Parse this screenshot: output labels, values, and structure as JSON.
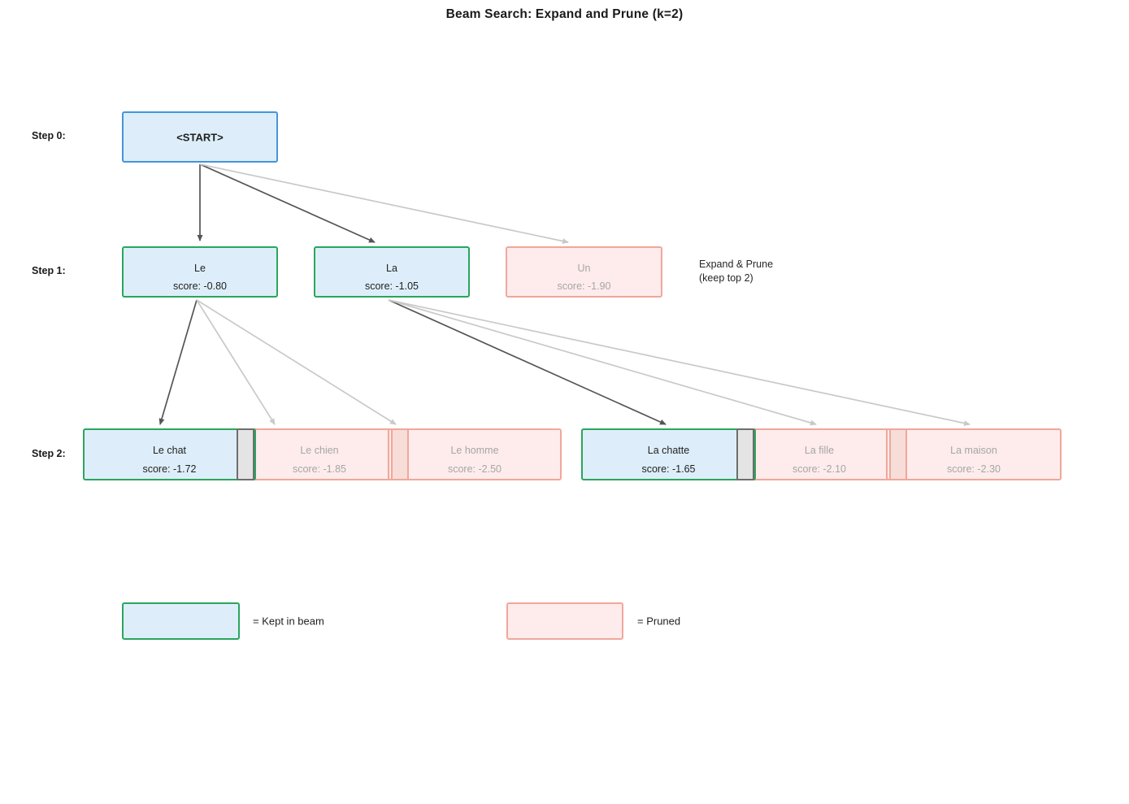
{
  "title": "Beam Search: Expand and Prune (k=2)",
  "step_labels": [
    "Step 0:",
    "Step 1:",
    "Step 2:"
  ],
  "annotation": {
    "line1": "Expand & Prune",
    "line2": "(keep top 2)"
  },
  "nodes": [
    {
      "id": "start",
      "token": "<START>",
      "score": "",
      "state": "start"
    },
    {
      "id": "le",
      "token": "Le",
      "score": "score: -0.80",
      "state": "kept"
    },
    {
      "id": "la",
      "token": "La",
      "score": "score: -1.05",
      "state": "kept"
    },
    {
      "id": "un",
      "token": "Un",
      "score": "score: -1.90",
      "state": "pruned"
    },
    {
      "id": "le_chat",
      "token": "Le chat",
      "score": "score: -1.72",
      "state": "kept"
    },
    {
      "id": "le_chien",
      "token": "Le chien",
      "score": "score: -1.85",
      "state": "pruned"
    },
    {
      "id": "le_homme",
      "token": "Le homme",
      "score": "score: -2.50",
      "state": "pruned"
    },
    {
      "id": "la_chatte",
      "token": "La chatte",
      "score": "score: -1.65",
      "state": "kept"
    },
    {
      "id": "la_fille",
      "token": "La fille",
      "score": "score: -2.10",
      "state": "pruned"
    },
    {
      "id": "la_maison",
      "token": "La maison",
      "score": "score: -2.30",
      "state": "pruned"
    }
  ],
  "edges": [
    {
      "from": "start",
      "to": "le",
      "style": "kept"
    },
    {
      "from": "start",
      "to": "la",
      "style": "kept"
    },
    {
      "from": "start",
      "to": "un",
      "style": "pruned"
    },
    {
      "from": "le",
      "to": "le_chat",
      "style": "kept"
    },
    {
      "from": "le",
      "to": "le_chien",
      "style": "pruned"
    },
    {
      "from": "le",
      "to": "le_homme",
      "style": "pruned"
    },
    {
      "from": "la",
      "to": "la_chatte",
      "style": "kept"
    },
    {
      "from": "la",
      "to": "la_fille",
      "style": "pruned"
    },
    {
      "from": "la",
      "to": "la_maison",
      "style": "pruned"
    }
  ],
  "legend": {
    "kept_label": "= Kept in beam",
    "pruned_label": "= Pruned"
  },
  "colors": {
    "blue_fill": "#ddeefa",
    "start_border": "#4495db",
    "kept_border": "#2ba55d",
    "pruned_border": "#f0a79c",
    "pruned_fill": "#fdeceb",
    "pruned_text": "#a6a6a6",
    "arrow_dark": "#555555",
    "arrow_light": "#c9c9c9"
  }
}
